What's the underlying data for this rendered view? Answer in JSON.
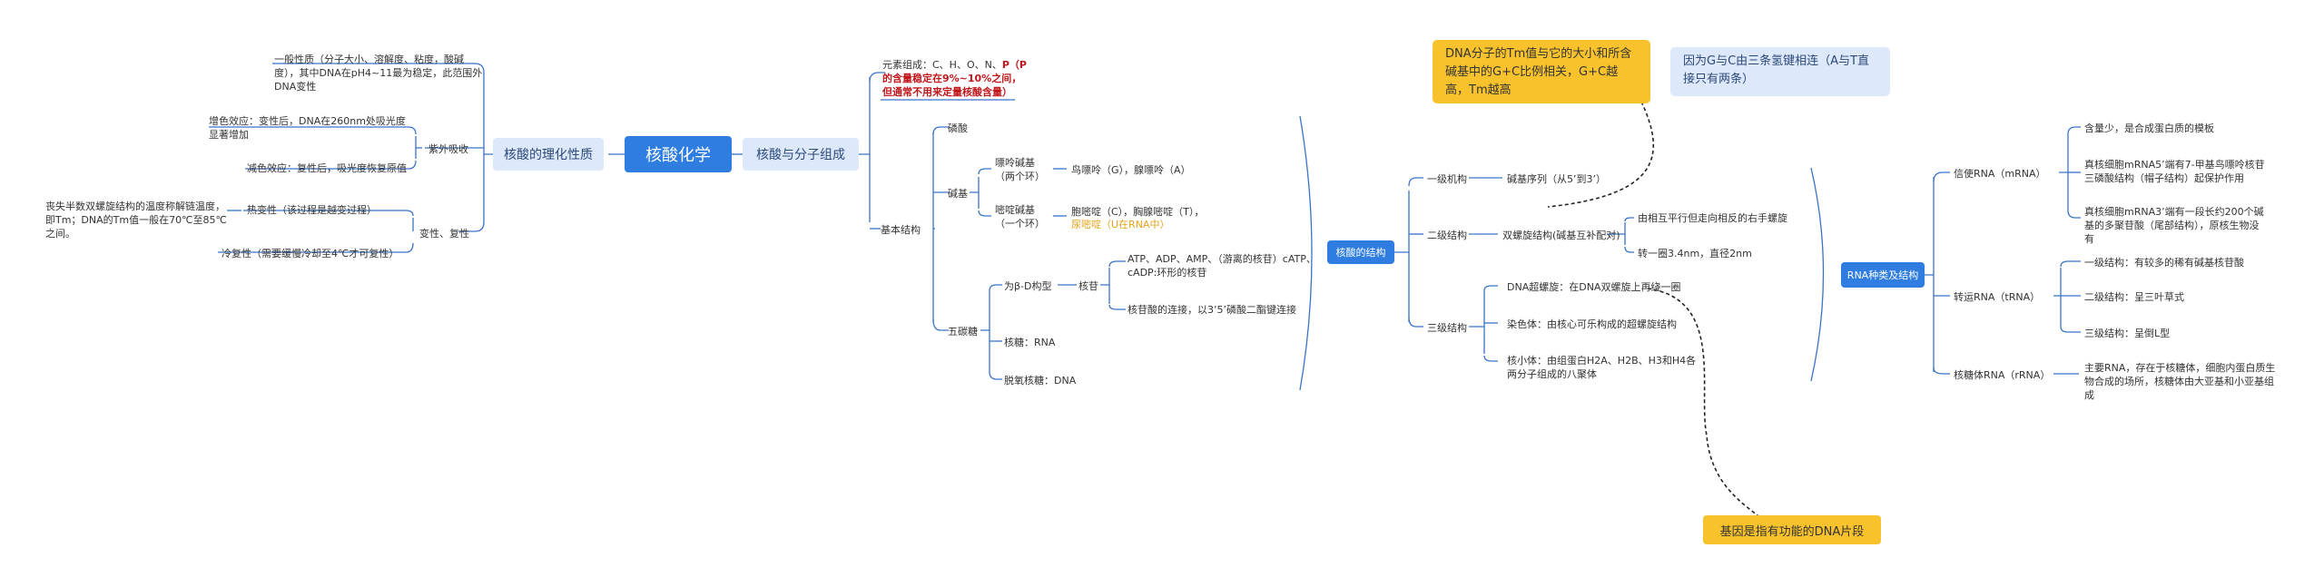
{
  "center": "核酸化学",
  "left": {
    "title": "核酸的理化性质",
    "general": "一般性质（分子大小、溶解度、粘度，酸碱度），其中DNA在pH4~11最为稳定，此范围外DNA变性",
    "uv": {
      "label": "紫外吸收",
      "hyper": "增色效应：变性后，DNA在260nm处吸光度显著增加",
      "hypo": "减色效应：复性后，吸光度恢复原值"
    },
    "denat": {
      "label": "变性、复性",
      "heat": "热变性（该过程是越变过程）",
      "heat_note": "丧失半数双螺旋结构的温度称解链温度，即Tm；DNA的Tm值一般在70℃至85℃之间。",
      "cold": "冷复性（需要缓慢冷却至4℃才可复性）"
    }
  },
  "right": {
    "title": "核酸与分子组成",
    "elements_prefix": "元素组成：C、H、O、N、",
    "elements_p": "P（P",
    "elements_red": "的含量稳定在9%~10%之间，但通常不用来定量核酸含量）",
    "basic": "基本结构",
    "phosphate": "磷酸",
    "base": "碱基",
    "purine": "嘌呤碱基（两个环）",
    "purine_detail": "鸟嘌呤（G），腺嘌呤（A）",
    "pyrimidine": "嘧啶碱基（一个环）",
    "pyrimidine_detail": "胞嘧啶（C），胸腺嘧啶（T），",
    "uracil": "尿嘧啶（U在RNA中）",
    "pentose": "五碳糖",
    "beta": "为β-D构型",
    "nucleoside": "核苷",
    "atp": "ATP、ADP、AMP、（游离的核苷）cATP、cADP:环形的核苷",
    "link": "核苷酸的连接，以3’5’磷酸二酯键连接",
    "ribose": "核糖：RNA",
    "deoxy": "脱氧核糖：DNA"
  },
  "dna": {
    "title": "核酸的结构",
    "primary": "一级机构",
    "primary_detail": "碱基序列（从5’到3’）",
    "secondary": "二级结构",
    "secondary_detail": "双螺旋结构(碱基互补配对)",
    "sec_a": "由相互平行但走向相反的右手螺旋",
    "sec_b": "转一圈3.4nm，直径2nm",
    "tertiary": "三级结构",
    "supercoil": "DNA超螺旋：在DNA双螺旋上再绕一圈",
    "chromatin": "染色体：由核心可乐构成的超螺旋结构",
    "nucleosome": "核小体：由组蛋白H2A、H2B、H3和H4各两分子组成的八聚体",
    "tm_note": "DNA分子的Tm值与它的大小和所含碱基中的G+C比例相关，G+C越高，Tm越高",
    "gc_note": "因为G与C由三条氢键相连（A与T直接只有两条）",
    "gene_note": "基因是指有功能的DNA片段"
  },
  "rna": {
    "title": "RNA种类及结构",
    "mrna": "信使RNA（mRNA）",
    "m1": "含量少，是合成蛋白质的模板",
    "m2": "真核细胞mRNA5’端有7-甲基鸟嘌呤核苷三磷酸结构（帽子结构）起保护作用",
    "m3": "真核细胞mRNA3’端有一段长约200个碱基的多聚苷酸（尾部结构），原核生物没有",
    "trna": "转运RNA（tRNA）",
    "t1": "一级结构：有较多的稀有碱基核苷酸",
    "t2": "二级结构：呈三叶草式",
    "t3": "三级结构：呈倒L型",
    "rrna": "核糖体RNA（rRNA）",
    "r1": "主要RNA，存在于核糖体，细胞内蛋白质生物合成的场所，核糖体由大亚基和小亚基组成"
  }
}
